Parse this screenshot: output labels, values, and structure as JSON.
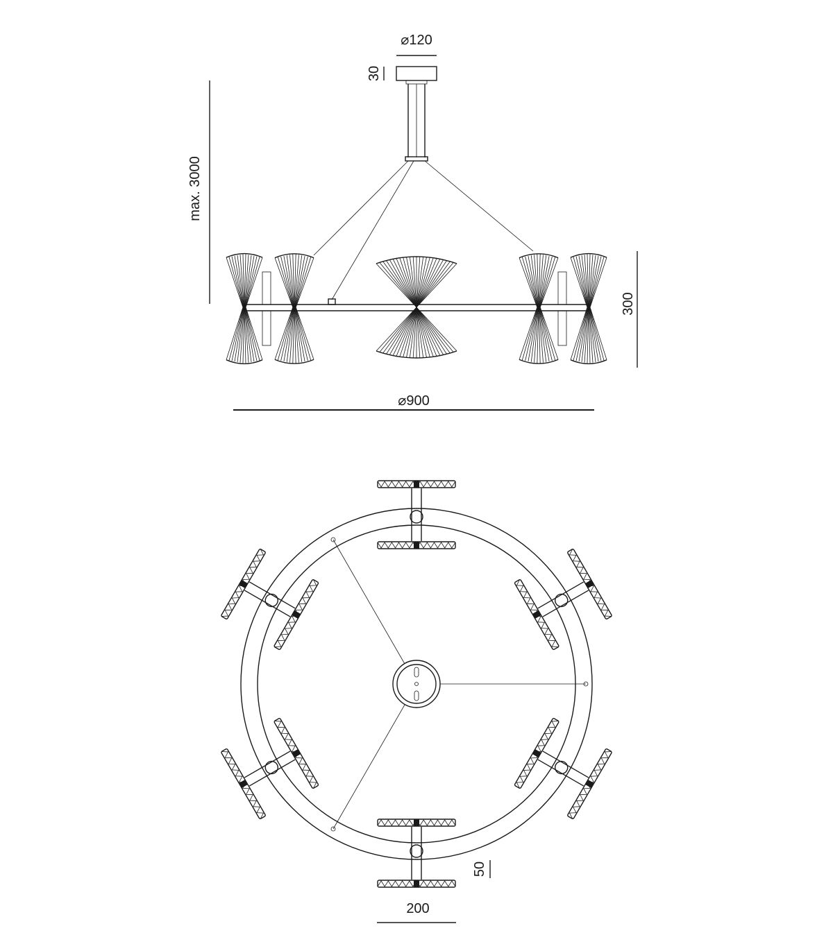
{
  "dimensions": {
    "canopy_diameter": "⌀120",
    "canopy_height": "30",
    "max_height": "max. 3000",
    "body_height": "300",
    "overall_diameter": "⌀900",
    "arm_height": "50",
    "shade_width": "200"
  },
  "colors": {
    "line": "#1a1a1a",
    "background": "#ffffff"
  }
}
